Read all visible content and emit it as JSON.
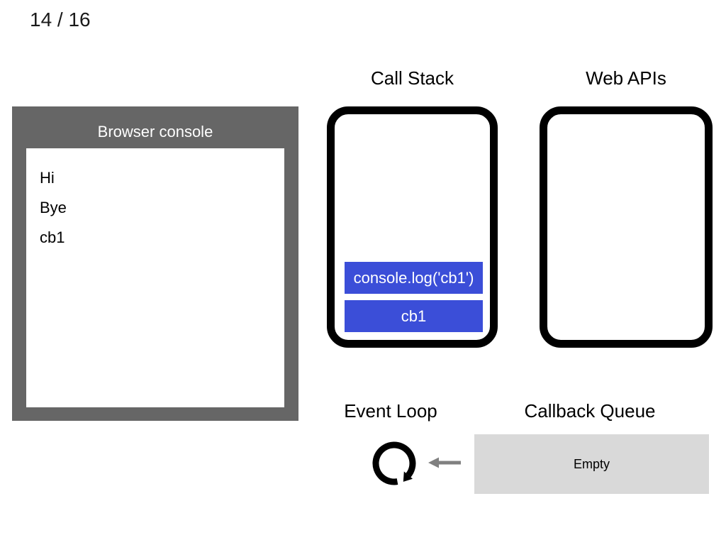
{
  "slide": {
    "counter": "14 / 16"
  },
  "colors": {
    "console_gray": "#666666",
    "stack_frame_blue": "#3b4ed8",
    "queue_box_gray": "#d9d9d9",
    "arrow_gray": "#808080",
    "box_border_black": "#000000"
  },
  "console": {
    "title": "Browser console",
    "lines": [
      "Hi",
      "Bye",
      "cb1"
    ]
  },
  "call_stack": {
    "title": "Call Stack",
    "frames": [
      "console.log('cb1')",
      "cb1"
    ]
  },
  "web_apis": {
    "title": "Web APIs",
    "items": []
  },
  "event_loop": {
    "title": "Event Loop",
    "icon": "clockwise-circular-arrow"
  },
  "callback_queue": {
    "title": "Callback Queue",
    "status": "Empty",
    "arrow_icon": "left-arrow"
  }
}
